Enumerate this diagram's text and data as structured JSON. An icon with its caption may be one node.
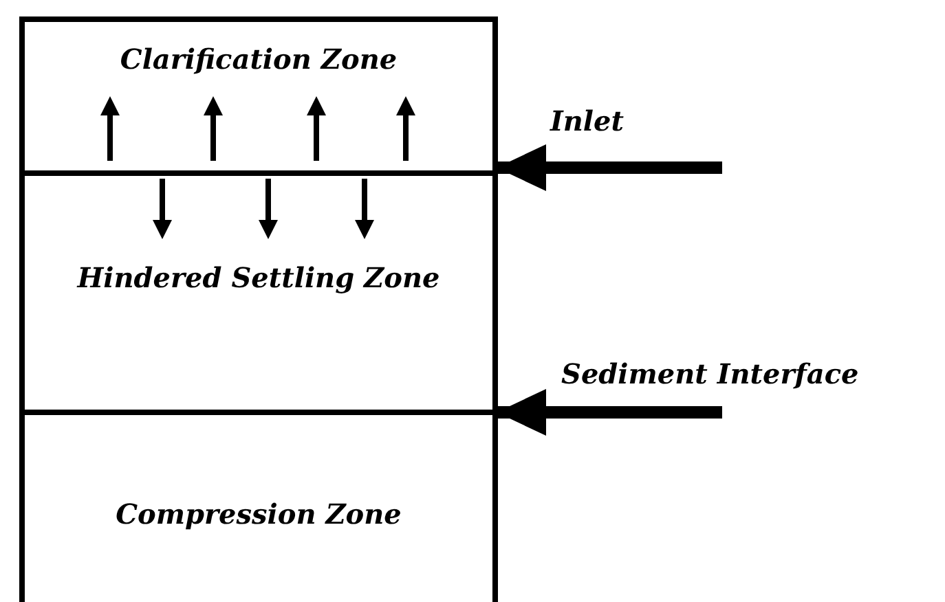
{
  "diagram": {
    "nodes": [
      {
        "text": [
          "Clarification Zone"
        ]
      },
      {
        "text": [
          "Hindered Settling Zone"
        ]
      },
      {
        "text": [
          "Compression Zone"
        ]
      }
    ],
    "edges": [
      {
        "from": null,
        "to": 1,
        "arrow": "to"
      },
      {
        "from": null,
        "to": 2,
        "arrow": "to"
      }
    ],
    "labels": [
      "Inlet",
      "Sediment Interface"
    ]
  }
}
